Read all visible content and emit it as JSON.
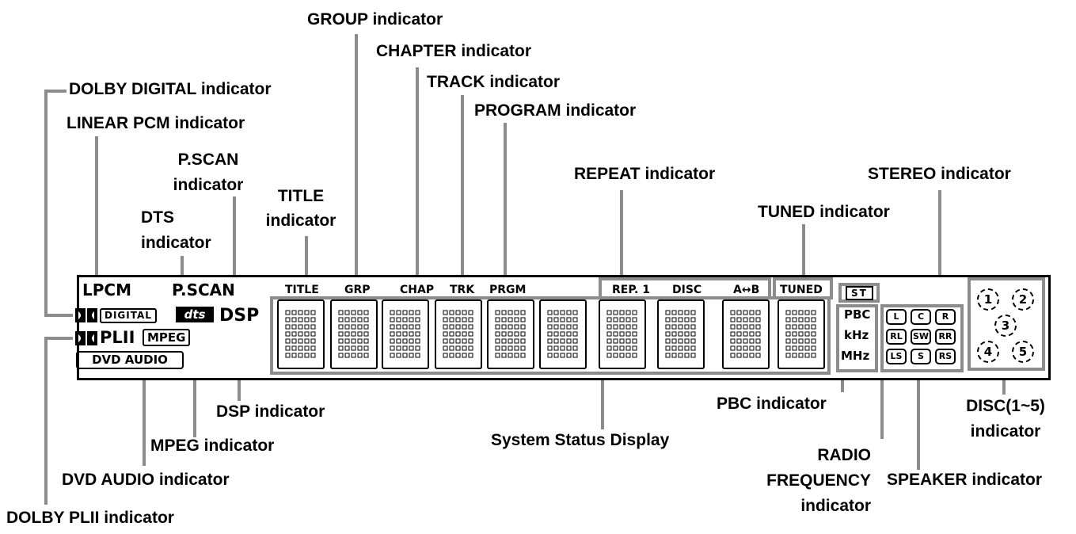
{
  "labels": {
    "group": "GROUP indicator",
    "chapter": "CHAPTER indicator",
    "track": "TRACK indicator",
    "program": "PROGRAM indicator",
    "dolby_digital": "DOLBY DIGITAL indicator",
    "linear_pcm": "LINEAR PCM indicator",
    "pscan_1": "P.SCAN",
    "pscan_2": "indicator",
    "title_1": "TITLE",
    "title_2": "indicator",
    "dts_1": "DTS",
    "dts_2": "indicator",
    "repeat": "REPEAT indicator",
    "stereo": "STEREO indicator",
    "tuned": "TUNED indicator",
    "dsp": "DSP indicator",
    "mpeg": "MPEG indicator",
    "dvd_audio": "DVD AUDIO indicator",
    "dolby_plii": "DOLBY PLII indicator",
    "system_status": "System Status Display",
    "pbc": "PBC indicator",
    "radio_1": "RADIO",
    "radio_2": "FREQUENCY",
    "radio_3": "indicator",
    "disc_1": "DISC(1~5)",
    "disc_2": "indicator",
    "speaker": "SPEAKER indicator"
  },
  "display": {
    "lpcm": "LPCM",
    "pscan": "P.SCAN",
    "digital": "DIGITAL",
    "dts": "dts",
    "dsp": "DSP",
    "plii": "PLII",
    "mpeg": "MPEG",
    "dvd_audio": "DVD AUDIO",
    "title": "TITLE",
    "grp": "GRP",
    "chap": "CHAP",
    "trk": "TRK",
    "prgm": "PRGM",
    "rep1": "REP. 1",
    "disc": "DISC",
    "ab": "A↔B",
    "tuned": "TUNED",
    "st": "ST",
    "pbc": "PBC",
    "khz": "kHz",
    "mhz": "MHz",
    "speakers": [
      "L",
      "C",
      "R",
      "RL",
      "SW",
      "RR",
      "LS",
      "S",
      "RS"
    ],
    "discs": [
      "1",
      "2",
      "3",
      "4",
      "5"
    ]
  },
  "colors": {
    "leader_line": "#8c8c8c",
    "ink": "#000000"
  }
}
